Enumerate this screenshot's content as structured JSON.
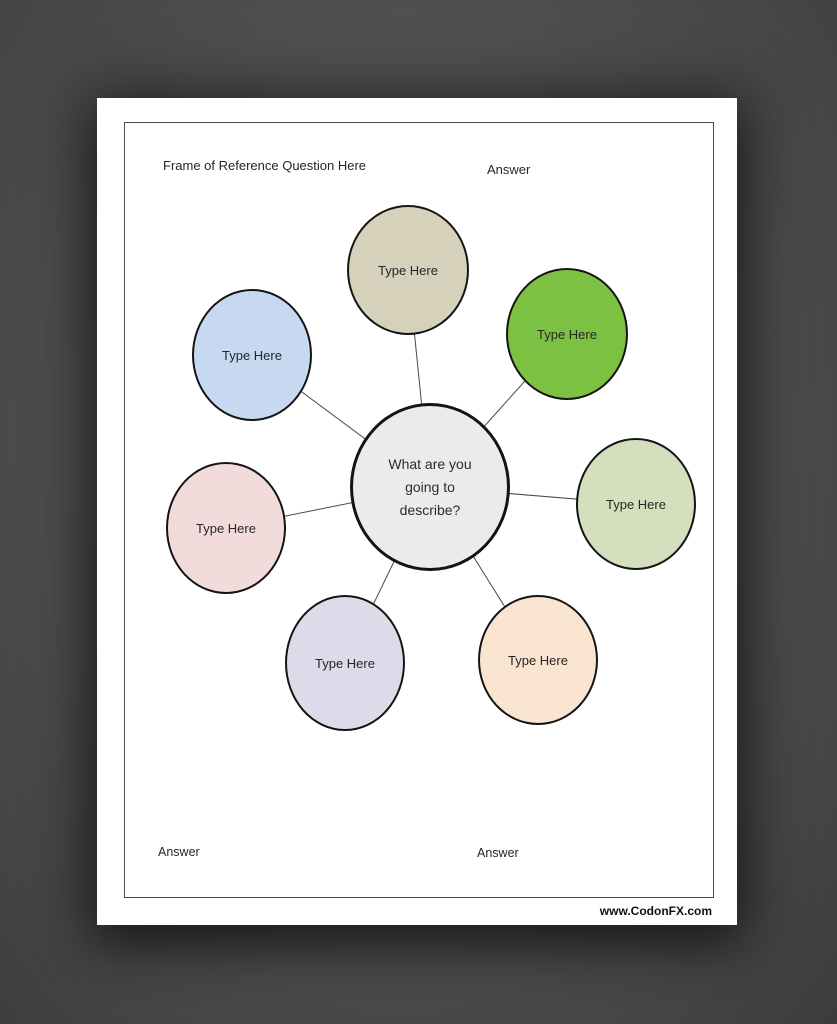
{
  "header": {
    "frame_question": "Frame of Reference Question Here",
    "answer_top": "Answer"
  },
  "footer": {
    "answer_left": "Answer",
    "answer_center": "Answer",
    "website": "www.CodonFX.com"
  },
  "diagram": {
    "center": {
      "label": "What are you going to describe?",
      "fill": "#ebebeb"
    },
    "nodes": [
      {
        "position": "top",
        "label": "Type Here",
        "fill": "#d6d1ba"
      },
      {
        "position": "top-right",
        "label": "Type Here",
        "fill": "#7dc142"
      },
      {
        "position": "right",
        "label": "Type Here",
        "fill": "#d4dfbd"
      },
      {
        "position": "bottom-right",
        "label": "Type Here",
        "fill": "#f9e4d0"
      },
      {
        "position": "bottom-left",
        "label": "Type Here",
        "fill": "#dedaea"
      },
      {
        "position": "left",
        "label": "Type Here",
        "fill": "#f2dcdb"
      },
      {
        "position": "top-left",
        "label": "Type Here",
        "fill": "#c6d9f1"
      }
    ]
  },
  "colors": {
    "page_background": "#ffffff",
    "desk_background": "#515151",
    "inner_frame_border": "#4c4c4c",
    "node_border": "#141414",
    "connector_line": "#4a4a4a",
    "text": "#262626"
  }
}
